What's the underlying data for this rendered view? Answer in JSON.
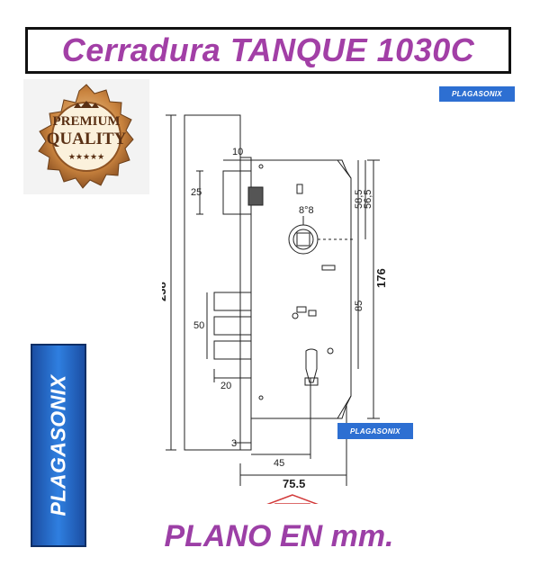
{
  "title": "Cerradura TANQUE 1030C",
  "badge": {
    "top": "PREMIUM",
    "bottom": "QUALITY",
    "stars": "★★★★★"
  },
  "brand": {
    "top": "PLAGASONIX",
    "mid": "PLAGASONIX",
    "vertical": "PLAGASONIX"
  },
  "footer": "PLANO EN mm.",
  "dimensions": {
    "d10": "10",
    "d25": "25",
    "d238": "238",
    "d50": "50",
    "d20": "20",
    "d3": "3",
    "d45": "45",
    "d75_5": "75.5",
    "d176": "176",
    "d58_5": "58,5",
    "d56_5": "56,5",
    "d85": "85",
    "d8": "8°8"
  },
  "colors": {
    "title": "#a23fa6",
    "brand_blue": "#2d6fd2",
    "arrow": "#d23a3a"
  }
}
